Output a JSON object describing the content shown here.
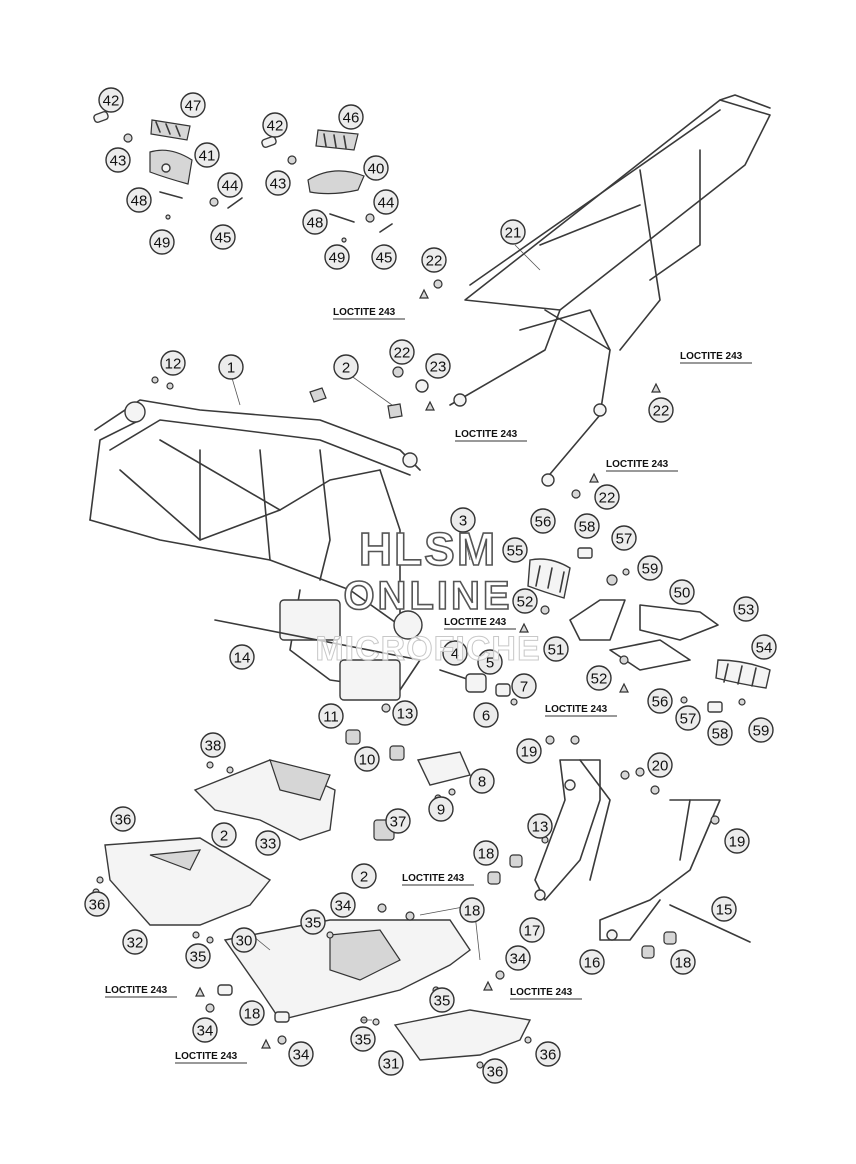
{
  "callouts": [
    "42",
    "47",
    "43",
    "41",
    "48",
    "44",
    "49",
    "45",
    "42",
    "46",
    "43",
    "40",
    "48",
    "44",
    "49",
    "45",
    "22",
    "21",
    "12",
    "1",
    "2",
    "22",
    "23",
    "22",
    "22",
    "3",
    "56",
    "58",
    "55",
    "57",
    "59",
    "50",
    "52",
    "53",
    "14",
    "4",
    "5",
    "51",
    "54",
    "52",
    "7",
    "6",
    "56",
    "57",
    "58",
    "59",
    "11",
    "13",
    "10",
    "38",
    "8",
    "9",
    "19",
    "20",
    "36",
    "2",
    "33",
    "37",
    "13",
    "18",
    "19",
    "2",
    "36",
    "34",
    "18",
    "17",
    "15",
    "35",
    "32",
    "30",
    "35",
    "16",
    "18",
    "34",
    "35",
    "34",
    "18",
    "35",
    "36",
    "31",
    "36",
    "34"
  ],
  "loctite": {
    "label": "LOCTITE 243"
  },
  "watermark": {
    "line1": "HLSM",
    "line2": "ONLINE",
    "line3": "MICROFICHE"
  },
  "colors": {
    "stroke": "#3a3a3a",
    "callout_fill": "#ececec",
    "background": "#ffffff"
  }
}
